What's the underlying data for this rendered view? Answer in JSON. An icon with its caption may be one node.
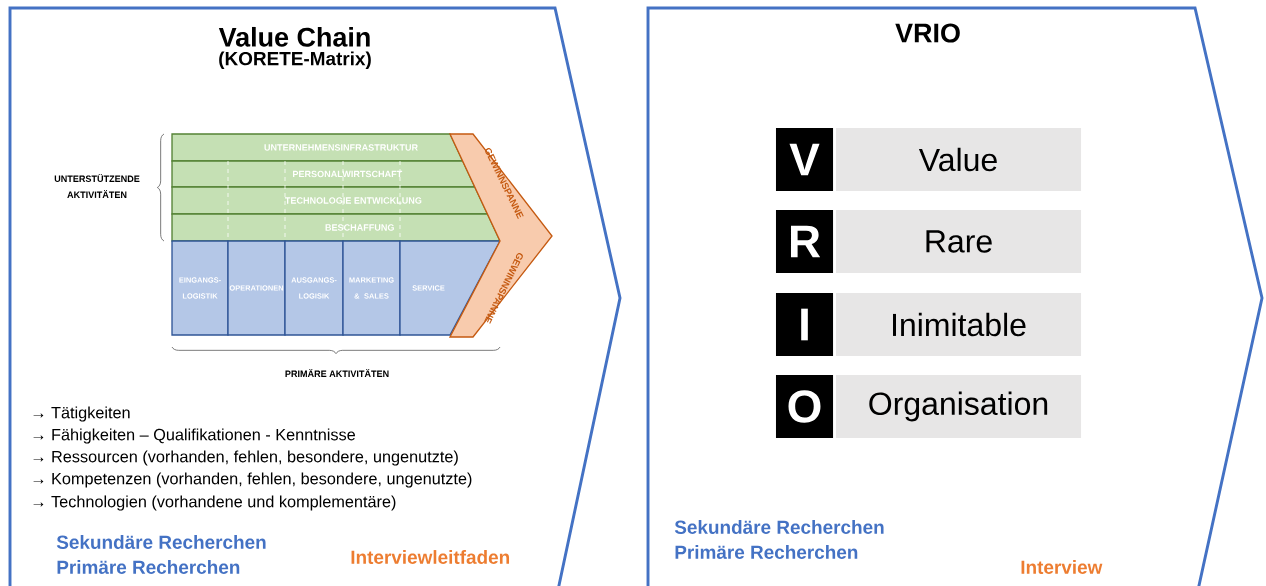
{
  "diagram": {
    "nodes": [
      {
        "text": [
          "Value Chain",
          "(KORETE-Matrix)"
        ]
      },
      {
        "text": [
          "UNTERNEHMENSINFRASTRUKTUR"
        ],
        "in": 0
      },
      {
        "text": [
          "PERSONALWIRTSCHAFT"
        ],
        "in": 0
      },
      {
        "text": [
          "TECHNOLOGIE ENTWICKLUNG"
        ],
        "in": 0
      },
      {
        "text": [
          "BESCHAFFUNG"
        ],
        "in": 0
      },
      {
        "text": [
          "EINGANGS- LOGISTIK"
        ],
        "in": 0
      },
      {
        "text": [
          "OPERATIONEN"
        ],
        "in": 0
      },
      {
        "text": [
          "AUSGANGS- LOGISIK"
        ],
        "in": 0
      },
      {
        "text": [
          "MARKETING & SALES"
        ],
        "in": 0
      },
      {
        "text": [
          "SERVICE"
        ],
        "in": 0
      },
      {
        "text": [
          "GEWINNSPANNE",
          "GEWINNSPANNE"
        ],
        "in": 0
      },
      {
        "text": [
          "VRIO"
        ]
      },
      {
        "text": [
          "V"
        ],
        "in": 11
      },
      {
        "text": [
          "Value"
        ],
        "in": 11
      },
      {
        "text": [
          "R"
        ],
        "in": 11
      },
      {
        "text": [
          "Rare"
        ],
        "in": 11
      },
      {
        "text": [
          "I"
        ],
        "in": 11
      },
      {
        "text": [
          "Inimitable"
        ],
        "in": 11
      },
      {
        "text": [
          "O"
        ],
        "in": 11
      },
      {
        "text": [
          "Organisation"
        ],
        "in": 11
      }
    ],
    "edges": [],
    "labels": [
      "UNTERSTÜTZENDE AKTIVITÄTEN",
      "PRIMÄRE AKTIVITÄTEN",
      "→ Tätigkeiten",
      "→ Fähigkeiten – Qualifikationen - Kenntnisse",
      "→ Ressourcen (vorhanden, fehlen, besondere, ungenutzte)",
      "→ Kompetenzen (vorhanden, fehlen, besondere, ungenutzte)",
      "→ Technologien (vorhandene und komplementäre)",
      "Sekundäre Recherchen",
      "Primäre Recherchen",
      "Interviewleitfaden",
      "Sekundäre Recherchen",
      "Primäre Recherchen",
      "Interview"
    ]
  }
}
